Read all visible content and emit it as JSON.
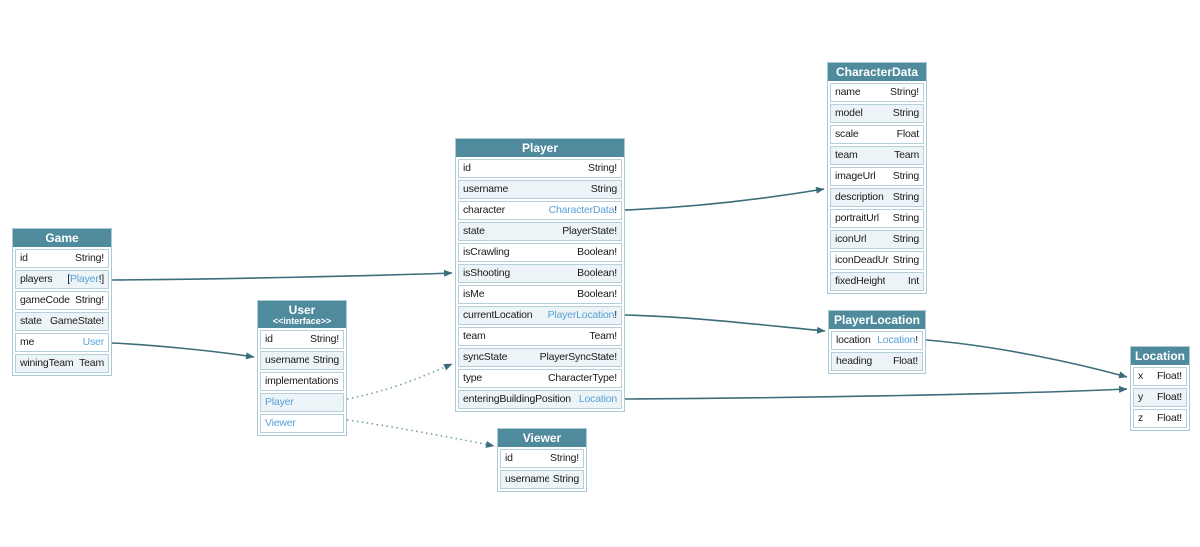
{
  "diagram": {
    "colors": {
      "header_bg": "#4f8b9d",
      "header_text": "#ffffff",
      "row_alt_bg": "#edf4f7",
      "border": "#a9cad4",
      "row_border": "#b6d0d9",
      "link_text": "#58a1d8",
      "edge": "#3c6d7a",
      "edge_dotted": "#6f99a6"
    },
    "types": [
      {
        "name": "Game",
        "fields": [
          {
            "name": "id",
            "type": "String!"
          },
          {
            "name": "players",
            "type": "[Player!]",
            "link": "Player"
          },
          {
            "name": "gameCode",
            "type": "String!"
          },
          {
            "name": "state",
            "type": "GameState!"
          },
          {
            "name": "me",
            "type": "User",
            "link": "User"
          },
          {
            "name": "winingTeam",
            "type": "Team"
          }
        ]
      },
      {
        "name": "User",
        "stereotype": "<<interface>>",
        "fields": [
          {
            "name": "id",
            "type": "String!"
          },
          {
            "name": "username",
            "type": "String"
          },
          {
            "name": "implementations",
            "type": ""
          },
          {
            "name": "Player",
            "type": "",
            "name_link": true
          },
          {
            "name": "Viewer",
            "type": "",
            "name_link": true
          }
        ]
      },
      {
        "name": "Player",
        "fields": [
          {
            "name": "id",
            "type": "String!"
          },
          {
            "name": "username",
            "type": "String"
          },
          {
            "name": "character",
            "type": "CharacterData!",
            "link": "CharacterData"
          },
          {
            "name": "state",
            "type": "PlayerState!"
          },
          {
            "name": "isCrawling",
            "type": "Boolean!"
          },
          {
            "name": "isShooting",
            "type": "Boolean!"
          },
          {
            "name": "isMe",
            "type": "Boolean!"
          },
          {
            "name": "currentLocation",
            "type": "PlayerLocation!",
            "link": "PlayerLocation"
          },
          {
            "name": "team",
            "type": "Team!"
          },
          {
            "name": "syncState",
            "type": "PlayerSyncState!"
          },
          {
            "name": "type",
            "type": "CharacterType!"
          },
          {
            "name": "enteringBuildingPosition",
            "type": "Location",
            "link": "Location"
          }
        ]
      },
      {
        "name": "Viewer",
        "fields": [
          {
            "name": "id",
            "type": "String!"
          },
          {
            "name": "username",
            "type": "String"
          }
        ]
      },
      {
        "name": "CharacterData",
        "fields": [
          {
            "name": "name",
            "type": "String!"
          },
          {
            "name": "model",
            "type": "String"
          },
          {
            "name": "scale",
            "type": "Float"
          },
          {
            "name": "team",
            "type": "Team"
          },
          {
            "name": "imageUrl",
            "type": "String"
          },
          {
            "name": "description",
            "type": "String"
          },
          {
            "name": "portraitUrl",
            "type": "String"
          },
          {
            "name": "iconUrl",
            "type": "String"
          },
          {
            "name": "iconDeadUrl",
            "type": "String"
          },
          {
            "name": "fixedHeight",
            "type": "Int"
          }
        ]
      },
      {
        "name": "PlayerLocation",
        "fields": [
          {
            "name": "location",
            "type": "Location!",
            "link": "Location"
          },
          {
            "name": "heading",
            "type": "Float!"
          }
        ]
      },
      {
        "name": "Location",
        "fields": [
          {
            "name": "x",
            "type": "Float!"
          },
          {
            "name": "y",
            "type": "Float!"
          },
          {
            "name": "z",
            "type": "Float!"
          }
        ]
      }
    ],
    "edges": [
      {
        "from": "Game.players",
        "to": "Player",
        "style": "solid"
      },
      {
        "from": "Game.me",
        "to": "User",
        "style": "solid"
      },
      {
        "from": "Player.character",
        "to": "CharacterData",
        "style": "solid"
      },
      {
        "from": "Player.currentLocation",
        "to": "PlayerLocation",
        "style": "solid"
      },
      {
        "from": "Player.enteringBuildingPosition",
        "to": "Location",
        "style": "solid"
      },
      {
        "from": "PlayerLocation.location",
        "to": "Location",
        "style": "solid"
      },
      {
        "from": "User.Player",
        "to": "Player",
        "style": "dotted"
      },
      {
        "from": "User.Viewer",
        "to": "Viewer",
        "style": "dotted"
      }
    ]
  }
}
